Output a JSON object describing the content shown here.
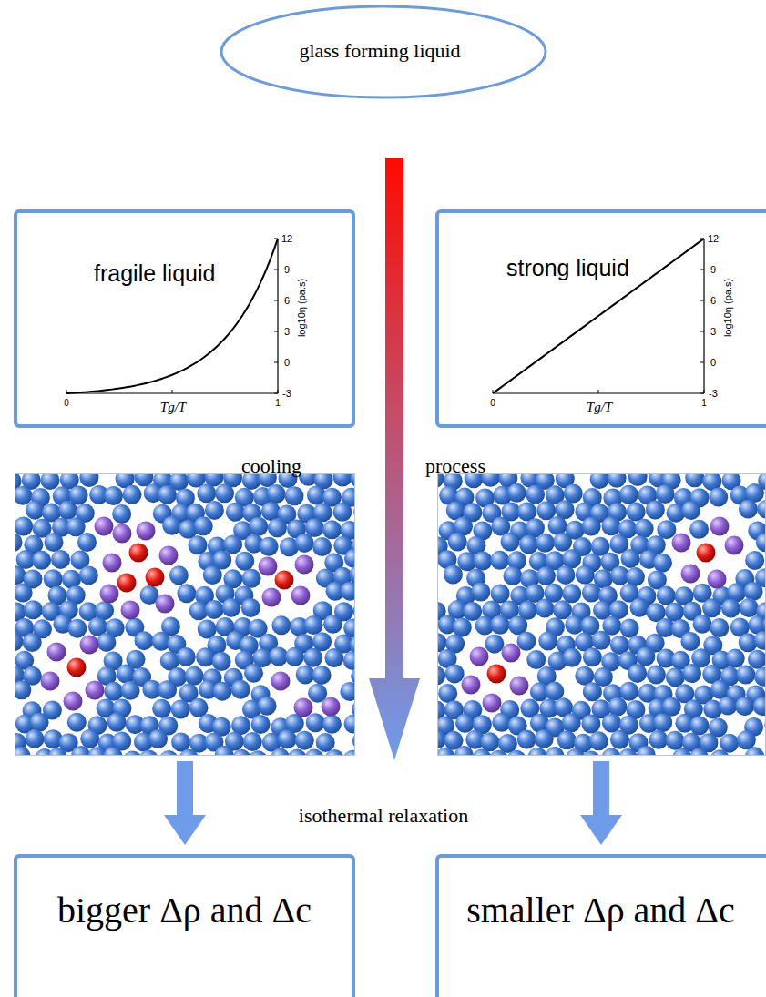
{
  "diagram": {
    "nodes": [
      {
        "text": [
          "glass forming liquid"
        ]
      },
      {
        "text": [
          "fragile liquid"
        ]
      },
      {
        "text": [
          "strong liquid"
        ]
      },
      {
        "text": [
          "bigger Δρ and Δc"
        ]
      },
      {
        "text": [
          "smaller Δρ and Δc"
        ]
      }
    ],
    "labels": [
      "0",
      "1",
      "Tg/T",
      "12",
      "9",
      "6",
      "3",
      "0",
      "-3",
      "log10η (pa.s)",
      "0",
      "1",
      "Tg/T",
      "12",
      "9",
      "6",
      "3",
      "0",
      "-3",
      "log10η (pa.s)",
      "cooling",
      "process",
      "isothermal relaxation"
    ]
  }
}
